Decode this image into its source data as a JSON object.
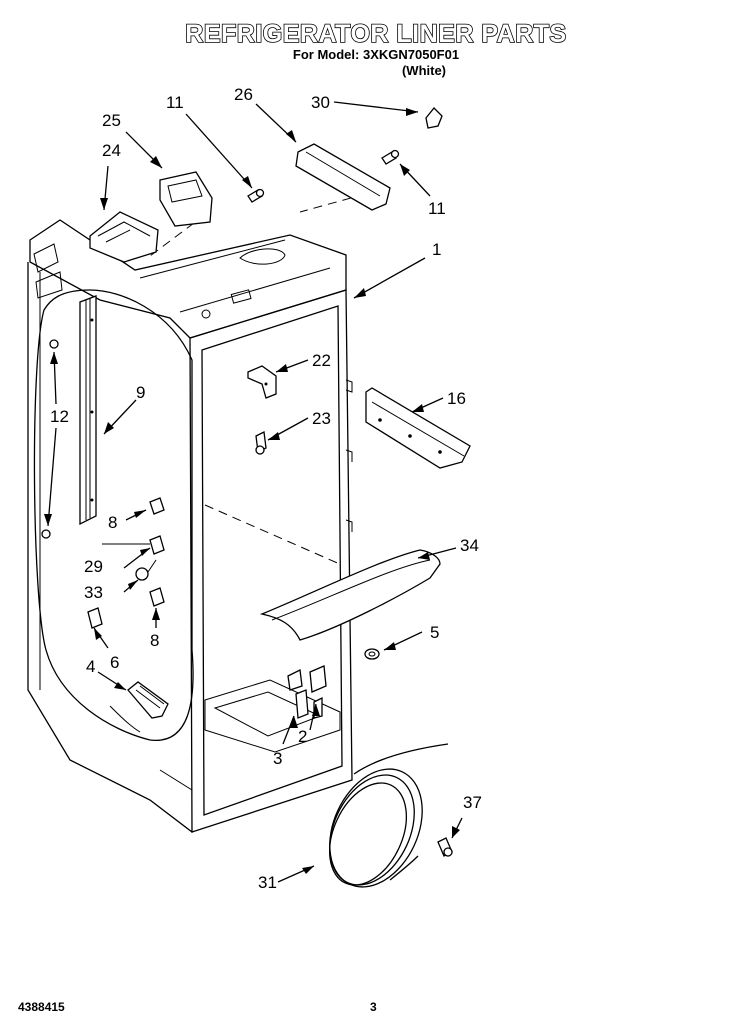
{
  "title": "REFRIGERATOR LINER PARTS",
  "model_line": "For Model: 3XKGN7050F01",
  "color_line": "(White)",
  "footer_left": "4388415",
  "footer_page": "3",
  "callouts": [
    "1",
    "2",
    "3",
    "4",
    "5",
    "6",
    "8",
    "8",
    "9",
    "11",
    "11",
    "12",
    "16",
    "22",
    "23",
    "24",
    "25",
    "26",
    "29",
    "30",
    "31",
    "33",
    "34",
    "37"
  ]
}
